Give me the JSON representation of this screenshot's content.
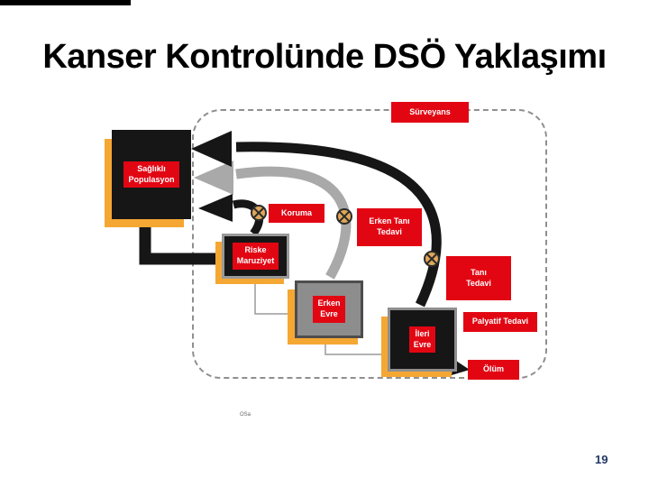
{
  "slide": {
    "title": "Kanser Kontrolünde DSÖ Yaklaşımı",
    "page_number": "19",
    "footnote": "OSa"
  },
  "diagram": {
    "surveillance_label": "Sürveyans",
    "stages": {
      "healthy": "Sağlıklı\nPopulasyon",
      "risk": "Riske\nMaruziyet",
      "early": "Erken\nEvre",
      "advanced": "İleri\nEvre"
    },
    "interventions": {
      "protection": "Koruma",
      "early_dx": "Erken Tanı\nTedavi",
      "dx_tx": "Tanı\nTedavi",
      "palliative": "Palyatif Tedavi",
      "death": "Ölüm"
    },
    "colors": {
      "accent_red": "#e20613",
      "shadow_orange": "#f5a733",
      "box_black": "#161616",
      "arrow_gray": "#a9a9a9"
    }
  }
}
